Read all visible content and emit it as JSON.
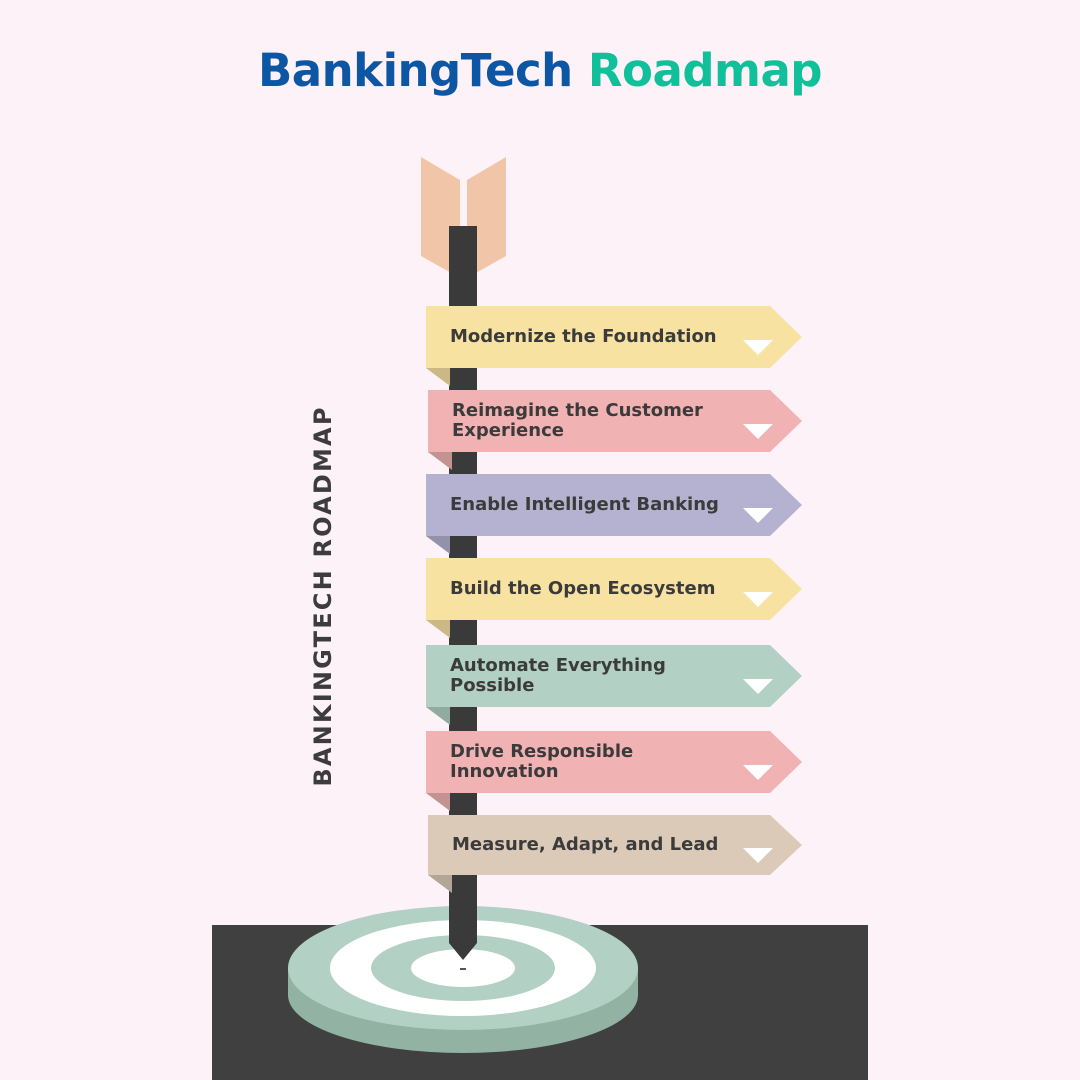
{
  "header": {
    "title_part1": "BankingTech",
    "title_part2": "Roadmap"
  },
  "side_label": "BANKINGTECH ROADMAP",
  "steps": [
    {
      "label": "Modernize the Foundation",
      "color": "#f8e2a2"
    },
    {
      "label": "Reimagine the Customer Experience",
      "color": "#f0b2b2"
    },
    {
      "label": "Enable Intelligent Banking",
      "color": "#b4b2d0"
    },
    {
      "label": "Build the Open Ecosystem",
      "color": "#f8e2a2"
    },
    {
      "label": "Automate Everything Possible",
      "color": "#b2d0c4"
    },
    {
      "label": "Drive Responsible Innovation",
      "color": "#f0b2b2"
    },
    {
      "label": "Measure, Adapt, and Lead",
      "color": "#dccab8"
    }
  ],
  "colors": {
    "background": "#fdf2f7",
    "pole": "#3a3a3a",
    "fletching": "#f1c5a8",
    "ground": "#404040",
    "target_outer": "#b2d0c4",
    "target_shadow": "#92b2a4",
    "target_inner": "#ffffff"
  }
}
